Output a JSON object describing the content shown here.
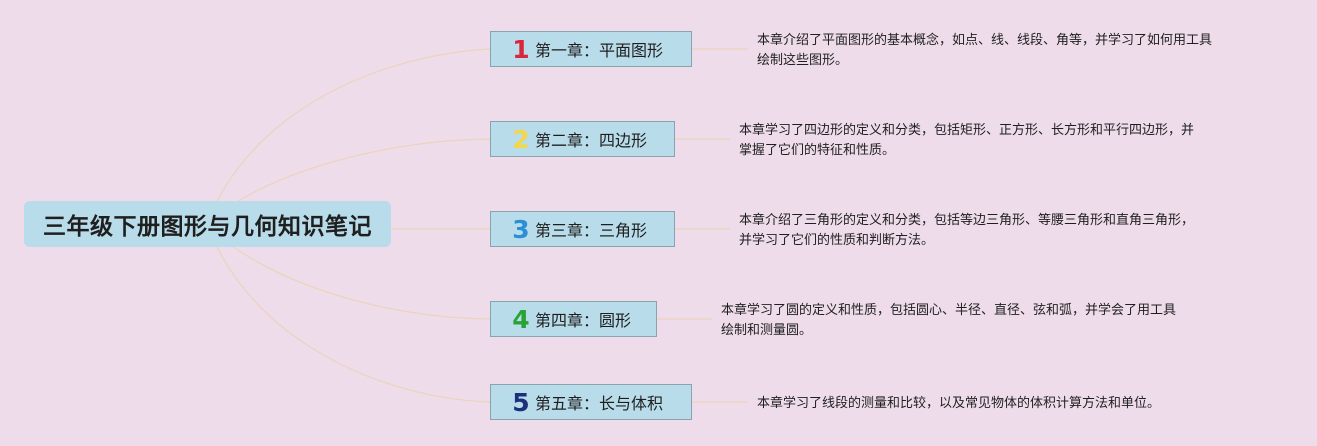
{
  "root": {
    "title": "三年级下册图形与几何知识笔记"
  },
  "chapters": [
    {
      "number": "1",
      "number_color": "#d9263b",
      "title": "第一章：平面图形",
      "description_lines": [
        "本章介绍了平面图形的基本概念，如点、线、线段、角等，并学习了如何用工具",
        "绘制这些图形。"
      ]
    },
    {
      "number": "2",
      "number_color": "#f4d64a",
      "title": "第二章：四边形",
      "description_lines": [
        "本章学习了四边形的定义和分类，包括矩形、正方形、长方形和平行四边形，并",
        "掌握了它们的特征和性质。"
      ]
    },
    {
      "number": "3",
      "number_color": "#2a8fd6",
      "title": "第三章：三角形",
      "description_lines": [
        "本章介绍了三角形的定义和分类，包括等边三角形、等腰三角形和直角三角形，",
        "并学习了它们的性质和判断方法。"
      ]
    },
    {
      "number": "4",
      "number_color": "#2aa236",
      "title": "第四章：圆形",
      "description_lines": [
        "本章学习了圆的定义和性质，包括圆心、半径、直径、弦和弧，并学会了用工具",
        "绘制和测量圆。"
      ]
    },
    {
      "number": "5",
      "number_color": "#1c2f7a",
      "title": "第五章：长与体积",
      "description_lines": [
        "本章学习了线段的测量和比较，以及常见物体的体积计算方法和单位。"
      ]
    }
  ],
  "colors": {
    "background": "#eedcea",
    "node_fill": "#b9dcea",
    "node_border": "#8aa3ad",
    "connector": "#ecd3bd"
  }
}
